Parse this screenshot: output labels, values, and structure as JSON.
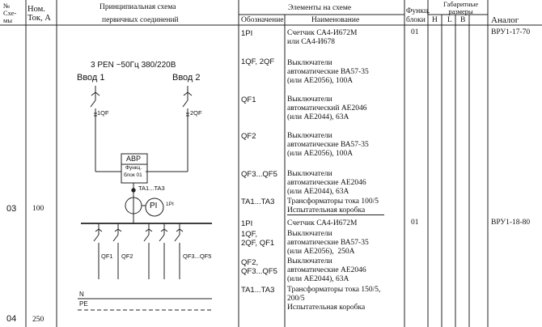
{
  "headers": {
    "scheme_no": "№\nСхе-\nмы",
    "nominal_current": "Ном.\nТок, А",
    "primary_scheme_l1": "Принципиальная схема",
    "primary_scheme_l2": "первичных соединений",
    "elements": "Элементы на схеме",
    "designation": "Обозначение",
    "name": "Наименование",
    "func_blocks": "Функц.\nблоки",
    "dimensions": "Габаритные\nразмеры",
    "dim_h": "Н",
    "dim_l": "L",
    "dim_b": "В",
    "analog": "Аналог"
  },
  "diagram": {
    "supply": "3 PEN ~50Гц 380/220В",
    "input1": "Ввод 1",
    "input2": "Ввод 2",
    "qf1": "1QF",
    "qf2": "2QF",
    "avr": "АВР",
    "avr_sub1": "Функц.",
    "avr_sub2": "блок 01",
    "ta": "TA1...TA3",
    "pi": "PI",
    "pi_small": "1PI",
    "out_qf1": "QF1",
    "out_qf2": "QF2",
    "out_qf3": "QF3...QF5",
    "n": "N",
    "pe": "PE"
  },
  "rows": [
    {
      "scheme": "03",
      "current": "100",
      "func_block": "01",
      "analog": "ВРУ1-17-70",
      "elements": [
        {
          "code": "1PI",
          "name": "Счетчик СА4-И672М\nили СА4-И678"
        },
        {
          "code": "1QF, 2QF",
          "name": "Выключатели\nавтоматические ВА57-35\n(или АЕ2056), 100А"
        },
        {
          "code": "QF1",
          "name": "Выключатели\nавтоматический АЕ2046\n(или АЕ2044), 63А"
        },
        {
          "code": "QF2",
          "name": "Выключатели\nавтоматические ВА57-35\n(или АЕ2056), 100А"
        },
        {
          "code": "QF3...QF5",
          "name": "Выключатели\nавтоматические АЕ2046\n(или АЕ2044), 63А"
        },
        {
          "code": "TA1...TA3",
          "name": "Трансформаторы тока 100/5\nИспытательная коробка"
        }
      ]
    },
    {
      "scheme": "04",
      "current": "250",
      "func_block": "01",
      "analog": "ВРУ1-18-80",
      "elements": [
        {
          "code": "1PI",
          "name": "Счетчик СА4-И672М"
        },
        {
          "code": "1QF,\n2QF, QF1",
          "name": "Выключатели\nавтоматические ВА57-35\n(или АЕ2056),  250А"
        },
        {
          "code": "QF2,\nQF3...QF5",
          "name": "Выключатели\nавтоматические АЕ2046\n(или АЕ2044), 63А"
        },
        {
          "code": "TA1...TA3",
          "name": "Трансформаторы тока 150/5,\n200/5\nИспытательная коробка"
        }
      ]
    }
  ]
}
